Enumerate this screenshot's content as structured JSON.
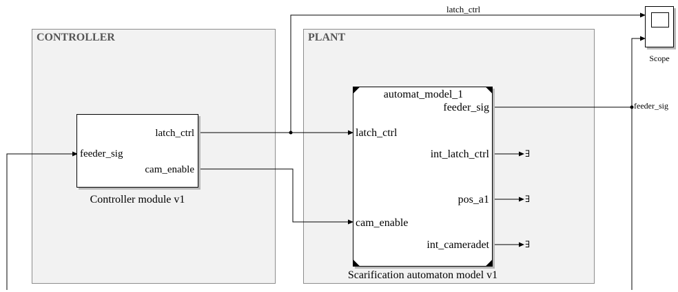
{
  "areas": {
    "controller": "CONTROLLER",
    "plant": "PLANT"
  },
  "controller_block": {
    "input_port": "feeder_sig",
    "output_ports": [
      "latch_ctrl",
      "cam_enable"
    ],
    "caption": "Controller module v1"
  },
  "plant_block": {
    "inner_title": "automat_model_1",
    "input_ports": [
      "latch_ctrl",
      "cam_enable"
    ],
    "output_ports": [
      "feeder_sig",
      "int_latch_ctrl",
      "pos_a1",
      "int_cameradet"
    ],
    "caption": "Scarification automaton model v1"
  },
  "scope": {
    "caption": "Scope"
  },
  "signal_labels": {
    "latch_ctrl": "latch_ctrl",
    "feeder_sig": "feeder_sig"
  },
  "terminator_glyph": "∃",
  "colors": {
    "area_fill": "#f2f2f2",
    "area_border": "#8c8c8c",
    "area_title": "#555555",
    "wire": "#000000"
  }
}
